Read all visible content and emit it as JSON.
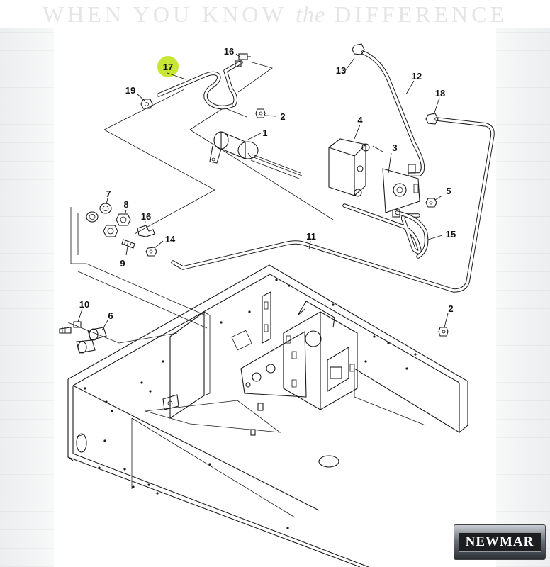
{
  "slogan": {
    "before": "WHEN YOU KNOW ",
    "italic": "the",
    "after": " DIFFERENCE"
  },
  "brand": "NEWMAR",
  "highlight_color": "#c8e635",
  "callouts": {
    "c1": "1",
    "c2a": "2",
    "c2b": "2",
    "c3": "3",
    "c4": "4",
    "c5": "5",
    "c6": "6",
    "c7": "7",
    "c8": "8",
    "c9": "9",
    "c10": "10",
    "c11": "11",
    "c12": "12",
    "c13": "13",
    "c14": "14",
    "c15": "15",
    "c16a": "16",
    "c16b": "16",
    "c17": "17",
    "c18": "18",
    "c19": "19"
  }
}
